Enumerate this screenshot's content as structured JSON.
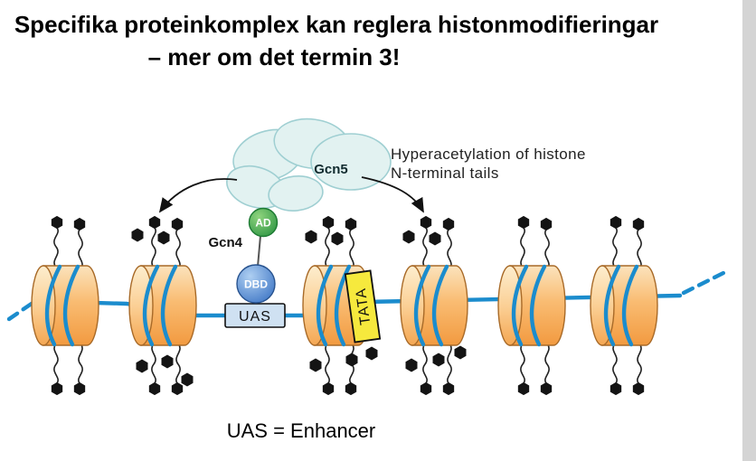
{
  "title": {
    "line1": "Specifika proteinkomplex kan reglera histonmodifieringar",
    "line2": "– mer om det termin 3!"
  },
  "complex": {
    "gcn5": "Gcn5",
    "gcn4": "Gcn4",
    "ad": "AD",
    "dbd": "DBD"
  },
  "boxes": {
    "uas": "UAS",
    "tata": "TATA"
  },
  "annotation": {
    "line1": "Hyperacetylation of histone",
    "line2": "N-terminal tails"
  },
  "footer": {
    "label": "UAS = Enhancer"
  },
  "colors": {
    "dna": "#1b8ccd",
    "nucleosome_deep": "#f29a40",
    "nucleosome_light": "#fbe3bd",
    "complex_fill": "#e2f2f1",
    "complex_stroke": "#9fcfd2",
    "ad_green": "#2c9442",
    "dbd_blue": "#3c74c4",
    "uas_fill": "#cfe1f2",
    "tata_fill": "#f6e93d",
    "acetyl_black": "#141414",
    "arrow": "#111111",
    "edge_strip": "#d4d4d4"
  }
}
